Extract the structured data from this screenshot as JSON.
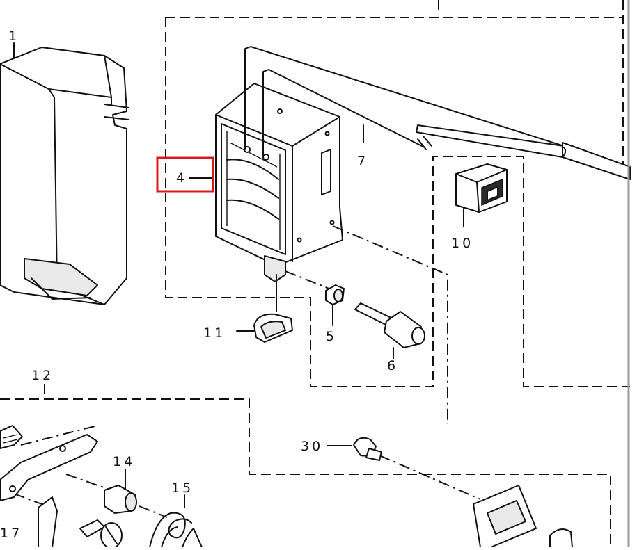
{
  "diagram": {
    "labels": {
      "p1": "1",
      "p4": "4",
      "p5": "5",
      "p6": "6",
      "p7": "7",
      "p10": "10",
      "p11": "11",
      "p12": "12",
      "p14": "14",
      "p15": "15",
      "p17": "17",
      "p30": "30"
    },
    "highlight": {
      "label": "4",
      "color": "#d7191c"
    }
  }
}
